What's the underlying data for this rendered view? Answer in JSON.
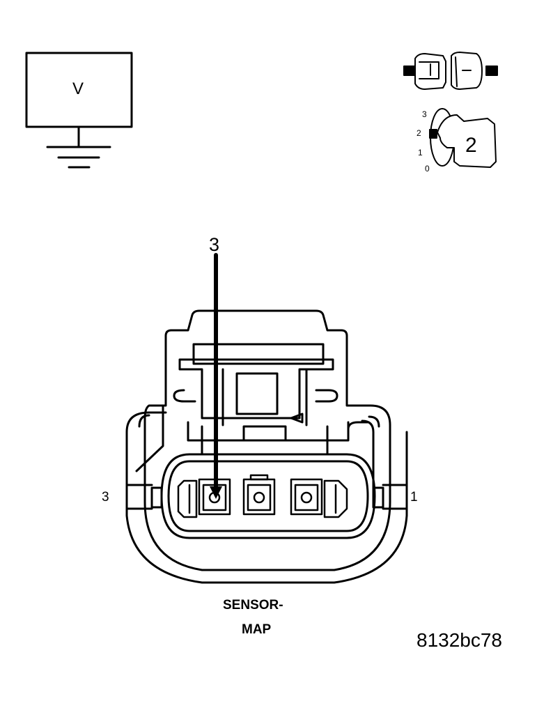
{
  "meter": {
    "label": "V"
  },
  "selector": {
    "scale": [
      "3",
      "2",
      "1",
      "0"
    ],
    "selected": "2"
  },
  "callout": {
    "pin": "3"
  },
  "connector": {
    "pin_left": "3",
    "pin_right": "1",
    "name_line1": "SENSOR-",
    "name_line2": "MAP"
  },
  "figure_id": "8132bc78"
}
